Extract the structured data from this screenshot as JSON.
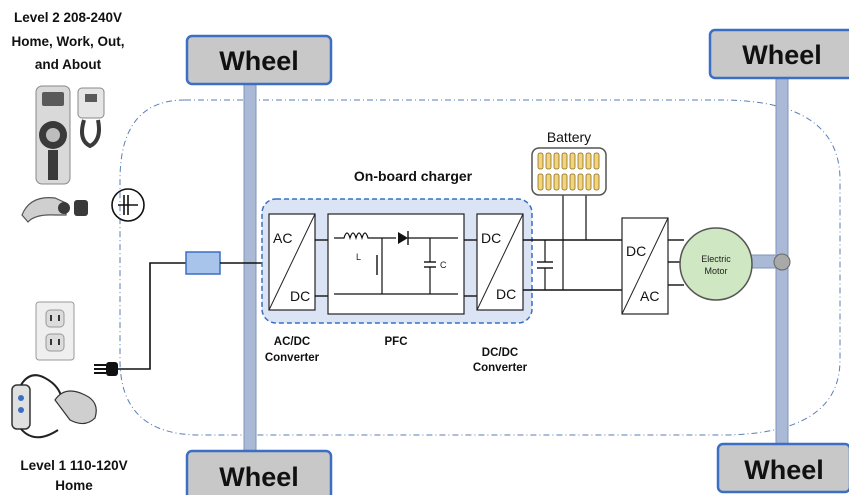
{
  "wheels": {
    "top_left": "Wheel",
    "top_right": "Wheel",
    "bottom_left": "Wheel",
    "bottom_right": "Wheel"
  },
  "level2": {
    "line1": "Level 2  208-240V",
    "line2": "Home,  Work, Out,",
    "line3": "and About"
  },
  "level1": {
    "line1": "Level 1  110-120V",
    "line2": "Home"
  },
  "charger": {
    "title": "On-board charger",
    "acdc_top": "AC",
    "acdc_bottom": "DC",
    "acdc_caption1": "AC/DC",
    "acdc_caption2": "Converter",
    "pfc_caption": "PFC",
    "pfc_inductor": "L",
    "pfc_cap": "C",
    "dcdc_top": "DC",
    "dcdc_bottom": "DC",
    "dcdc_caption1": "DC/DC",
    "dcdc_caption2": "Converter"
  },
  "battery": {
    "label": "Battery"
  },
  "inverter": {
    "top": "DC",
    "bottom": "AC"
  },
  "motor": {
    "line1": "Electric",
    "line2": "Motor"
  },
  "colors": {
    "wheel_fill": "#c8c8c8",
    "wheel_border": "#3a6fc4",
    "axle": "#a9b9d6",
    "charger_fill": "#dbe4f5",
    "charger_border": "#3a6fc4",
    "connector": "#a9c4ea",
    "battery_cell": "#f3d37c",
    "motor_fill": "#cfe7c2"
  }
}
